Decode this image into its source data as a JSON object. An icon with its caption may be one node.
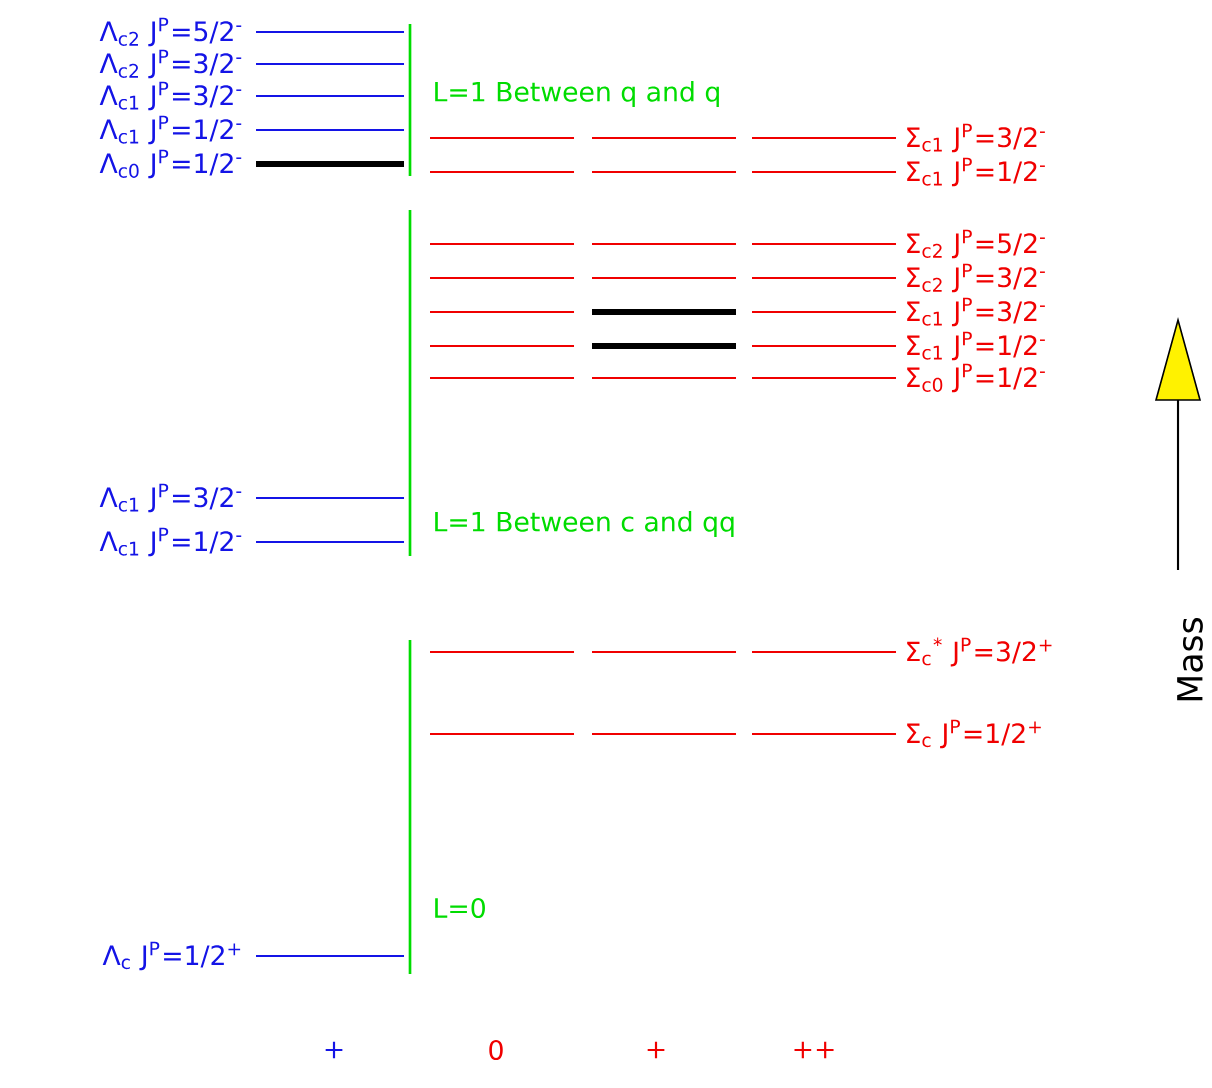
{
  "diagram": {
    "labels": [
      "Λ$_{c2}$ J$^{P}$=5/2$^{-}$",
      "Λ$_{c2}$ J$^{P}$=3/2$^{-}$",
      "Λ$_{c1}$ J$^{P}$=3/2$^{-}$",
      "Λ$_{c1}$ J$^{P}$=1/2$^{-}$",
      "Λ$_{c0}$ J$^{P}$=1/2$^{-}$",
      "L=1 Between q and q",
      "Σ$_{c1}$ J$^{P}$=3/2$^{-}$",
      "Σ$_{c1}$ J$^{P}$=1/2$^{-}$",
      "Σ$_{c2}$ J$^{P}$=5/2$^{-}$",
      "Σ$_{c2}$ J$^{P}$=3/2$^{-}$",
      "Σ$_{c1}$ J$^{P}$=3/2$^{-}$",
      "Σ$_{c1}$ J$^{P}$=1/2$^{-}$",
      "Σ$_{c0}$ J$^{P}$=1/2$^{-}$",
      "Λ$_{c1}$ J$^{P}$=3/2$^{-}$",
      "Λ$_{c1}$ J$^{P}$=1/2$^{-}$",
      "L=1 Between c and qq",
      "Σ$_{c}$$^{*}$ J$^{P}$=3/2$^{+}$",
      "Σ$_{c}$ J$^{P}$=1/2$^{+}$",
      "Mass",
      "L=0",
      "Λ$_{c}$ J$^{P}$=1/2$^{+}$",
      "+",
      "0",
      "+",
      "++"
    ]
  }
}
